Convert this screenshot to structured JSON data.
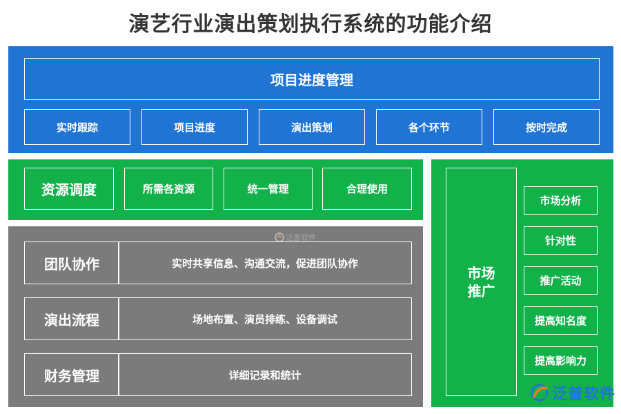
{
  "title": "演艺行业演出策划执行系统的功能介绍",
  "project": {
    "header": "项目进度管理",
    "items": [
      "实时跟踪",
      "项目进度",
      "演出策划",
      "各个环节",
      "按时完成"
    ]
  },
  "resource": {
    "header": "资源调度",
    "items": [
      "所需各资源",
      "统一管理",
      "合理使用"
    ]
  },
  "rows": [
    {
      "label": "团队协作",
      "desc": "实时共享信息、沟通交流，促进团队协作"
    },
    {
      "label": "演出流程",
      "desc": "场地布置、演员排练、设备调试"
    },
    {
      "label": "财务管理",
      "desc": "详细记录和统计"
    }
  ],
  "market": {
    "label_line1": "市场",
    "label_line2": "推广",
    "items": [
      "市场分析",
      "针对性",
      "推广活动",
      "提高知名度",
      "提高影响力"
    ]
  },
  "logo": {
    "text": "泛普软件",
    "watermark_text": "泛普软件"
  },
  "colors": {
    "blue": "#1f74d4",
    "green": "#12b14a",
    "gray": "#7b7b7b",
    "title": "#333333"
  }
}
